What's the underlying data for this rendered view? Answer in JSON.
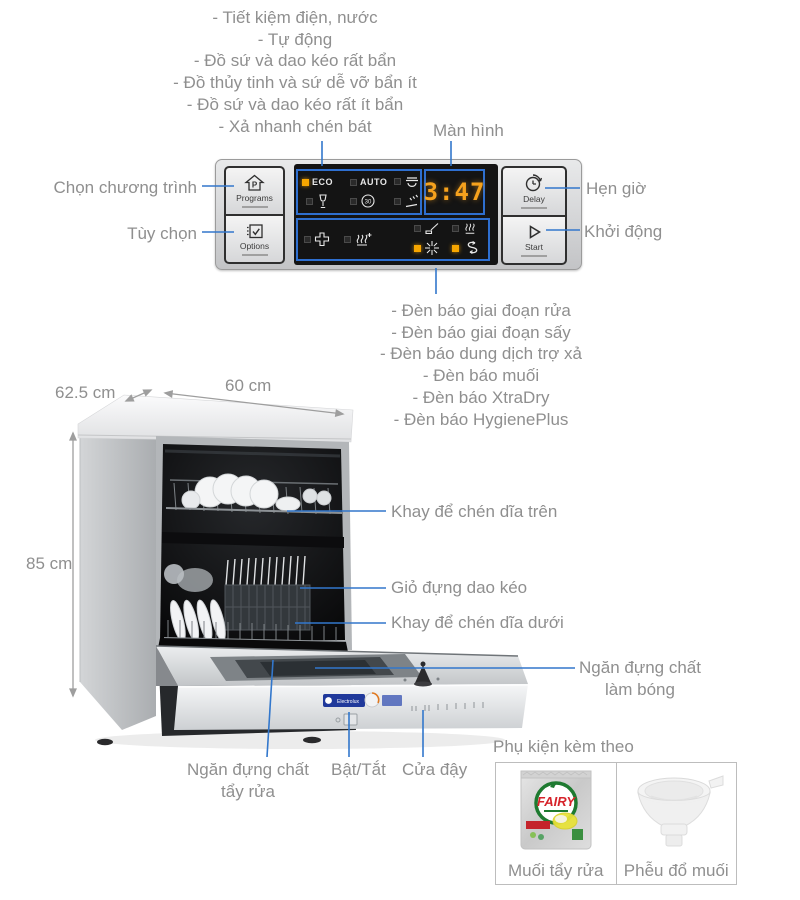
{
  "colors": {
    "annotation_text": "#8f8f8f",
    "annotation_line": "#3277cc",
    "display_orange": "#f6a21d",
    "indicator_yellow": "#f7a600"
  },
  "program_legend": {
    "lines": [
      "- Tiết kiệm điện, nước",
      "- Tự động",
      "- Đồ sứ và dao kéo rất bẩn",
      "- Đồ thủy tinh và sứ dễ vỡ bẩn ít",
      "- Đồ sứ và dao kéo rất ít bẩn",
      "- Xả nhanh chén bát"
    ]
  },
  "panel": {
    "display_label": "Màn hình",
    "programs_button": "Programs",
    "options_button": "Options",
    "delay_button": "Delay",
    "start_button": "Start",
    "eco": "ECO",
    "auto": "AUTO",
    "timer_icon_text": "30",
    "display_time": "3:47"
  },
  "panel_annotations": {
    "program_select": "Chọn chương trình",
    "options": "Tùy chọn",
    "delay": "Hẹn giờ",
    "start": "Khởi động"
  },
  "indicator_legend": {
    "lines": [
      "- Đèn báo giai đoạn rửa",
      "- Đèn báo giai đoạn sấy",
      "- Đèn báo dung dịch trợ xả",
      "- Đèn báo muối",
      "- Đèn báo XtraDry",
      "- Đèn báo HygienePlus"
    ]
  },
  "dimensions": {
    "depth": "62.5 cm",
    "width": "60 cm",
    "height": "85 cm"
  },
  "parts": {
    "upper_tray": "Khay để chén dĩa trên",
    "cutlery_basket": "Giỏ đựng dao kéo",
    "lower_tray": "Khay để chén dĩa dưới",
    "rinse_aid_line1": "Ngăn đựng chất",
    "rinse_aid_line2": "làm bóng",
    "detergent_line1": "Ngăn đựng chất",
    "detergent_line2": "tẩy rửa",
    "power": "Bật/Tắt",
    "door": "Cửa đậy"
  },
  "accessories": {
    "title": "Phụ kiện kèm theo",
    "items": [
      {
        "label": "Muối tẩy rửa",
        "brand": "FAIRY"
      },
      {
        "label": "Phễu đổ muối"
      }
    ]
  },
  "brand": {
    "door_logo": "Electrolux"
  }
}
